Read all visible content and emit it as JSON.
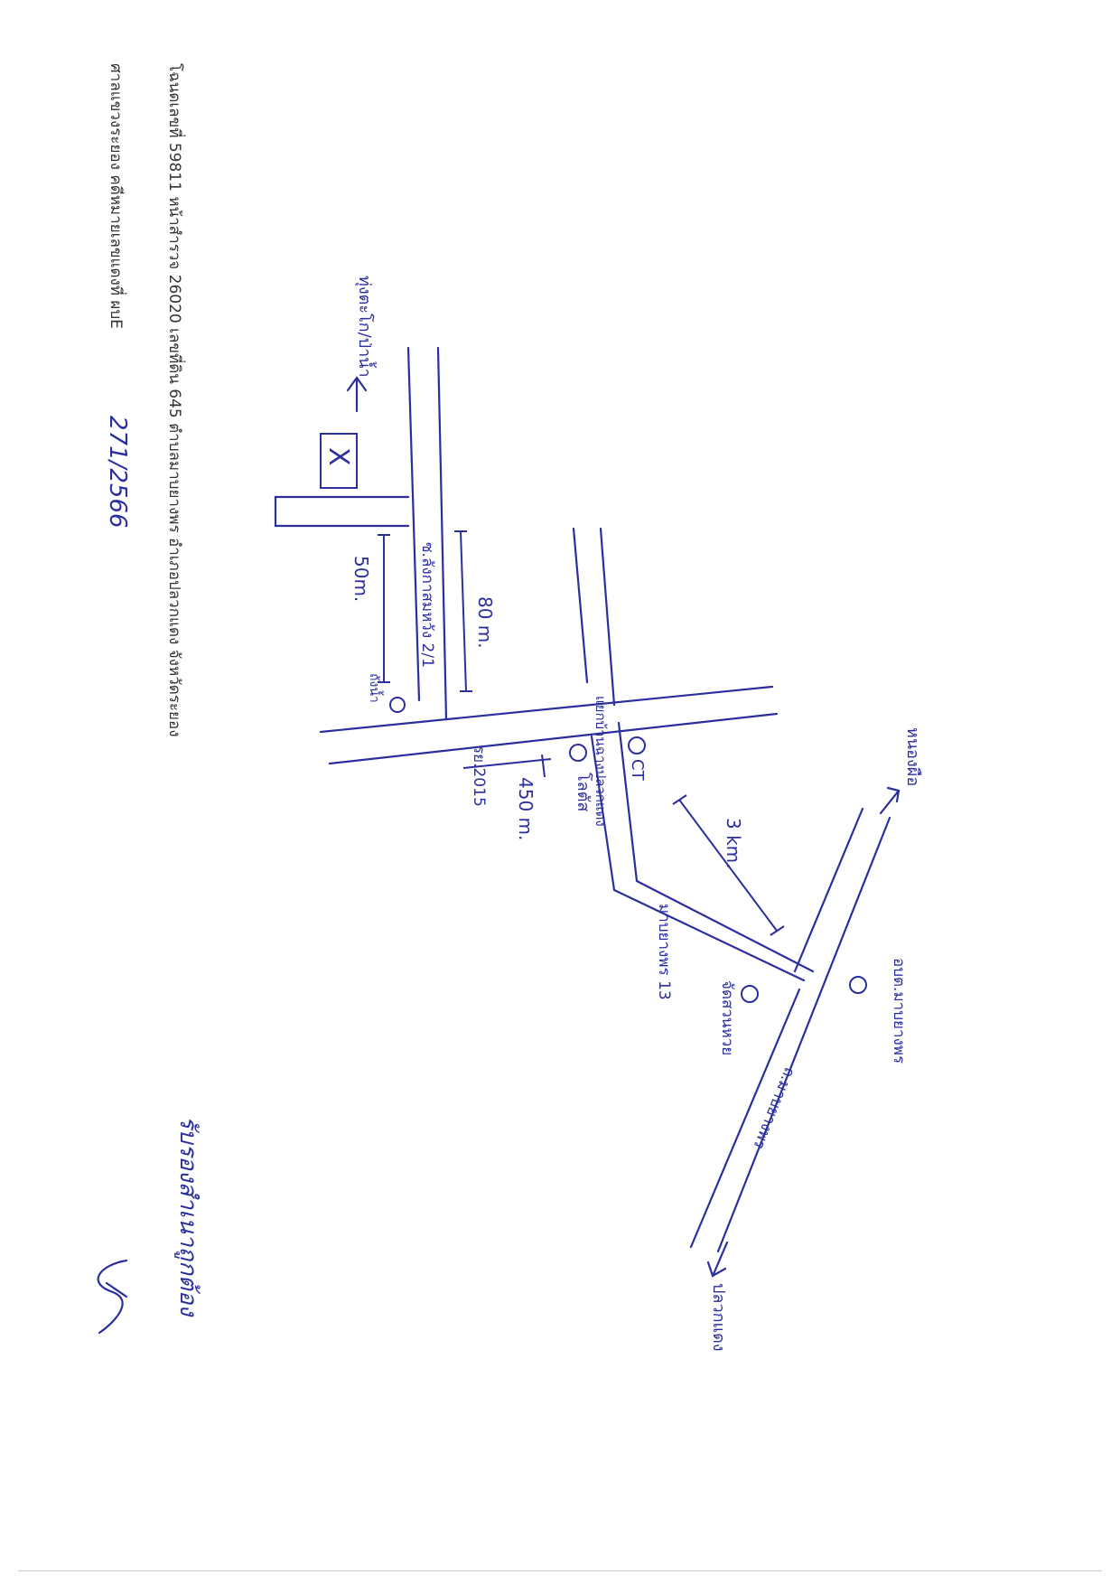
{
  "header": {
    "line1": "โฉนดเลขที่ 59811 หน้าสำรวจ 26020 เลขที่ดิน 645 ตำบลมาบยางพร อำเภอปลวกแดง จังหวัดระยอง",
    "line2_prefix": "ศาลแขวงระยอง   คดีหมายเลขแดงที่ ผบE",
    "case_number": "271/2566"
  },
  "map": {
    "roads": {
      "soi": "ซ.ลังกาสมหวัง 2/1",
      "ry_road": "รย.2015",
      "pb_junction": "แยกบ้านฉางปลวกแดง",
      "mabyangporn": "มาบยางพร 13",
      "main_road": "ถ.มาบยางพร"
    },
    "destinations": {
      "thung_prong": "ทุ่งตะโก/ป่าน้ำ",
      "nong_plub": "หนองผือ",
      "pluak_daeng": "ปลวกแดง"
    },
    "landmarks": {
      "water_tank": "ถังน้ำ",
      "lotus": "โลตัส",
      "ct": "CT",
      "chaeng": "จัดสวนหวย",
      "sin_rong": "อบต.มาบยางพร"
    },
    "distances": {
      "d50": "50m.",
      "d80": "80 m.",
      "d450": "450 m.",
      "d3km": "3 km."
    },
    "target_mark": "X"
  },
  "footer": {
    "sign_label": "รับรองสำเนาถูกต้อง"
  }
}
